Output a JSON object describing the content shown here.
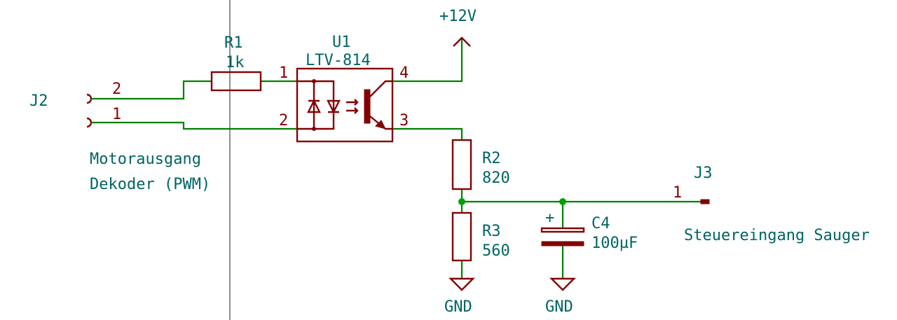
{
  "connectors": {
    "j2": {
      "ref": "J2",
      "pin2": "2",
      "pin1": "1",
      "desc_line1": "Motorausgang",
      "desc_line2": "Dekoder (PWM)"
    },
    "j3": {
      "ref": "J3",
      "pin1": "1",
      "desc": "Steuereingang Sauger"
    }
  },
  "r1": {
    "ref": "R1",
    "value": "1k"
  },
  "u1": {
    "ref": "U1",
    "value": "LTV-814",
    "pin1": "1",
    "pin2": "2",
    "pin3": "3",
    "pin4": "4"
  },
  "r2": {
    "ref": "R2",
    "value": "820"
  },
  "r3": {
    "ref": "R3",
    "value": "560"
  },
  "c4": {
    "ref": "C4",
    "value": "100µF",
    "plus": "+"
  },
  "power": {
    "vcc": "+12V",
    "gnd1": "GND",
    "gnd2": "GND"
  },
  "colors": {
    "wire": "#008000",
    "part": "#840000",
    "text": "#006464",
    "junction": "#00a000"
  }
}
